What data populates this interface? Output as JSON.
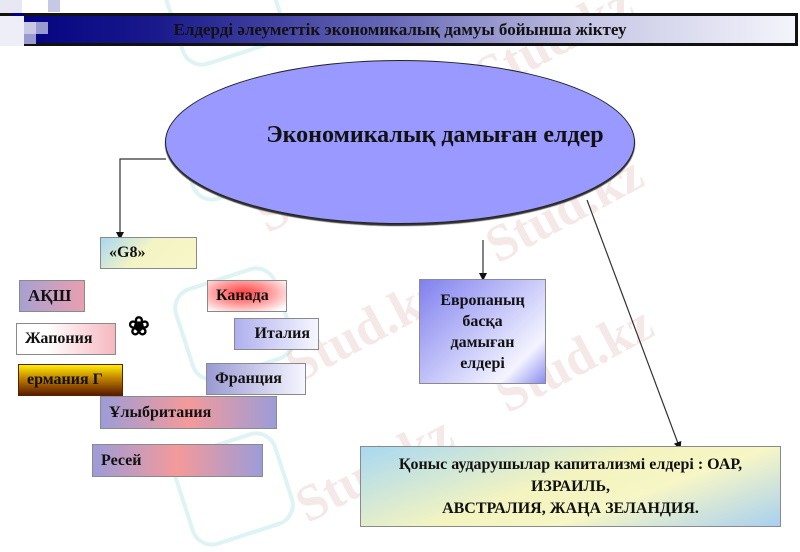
{
  "title": "Елдерді әлеуметтік экономикалық дамуы бойынша жіктеу",
  "central_node": "Экономикалық дамыған елдер",
  "g8": {
    "label": "«G8»",
    "members": [
      {
        "id": "usa",
        "label": "АҚШ"
      },
      {
        "id": "canada",
        "label": "Канада"
      },
      {
        "id": "japan",
        "label": "Жапония"
      },
      {
        "id": "italy",
        "label": "Италия"
      },
      {
        "id": "germany",
        "label": "ермания   Г"
      },
      {
        "id": "france",
        "label": "Франция"
      },
      {
        "id": "uk",
        "label": "Ұлыбритания"
      },
      {
        "id": "russia",
        "label": "Ресей"
      }
    ]
  },
  "europe_node": {
    "lines": [
      "Европаның",
      "басқа",
      "дамыған",
      "елдері"
    ]
  },
  "settler_node": {
    "lines": [
      "Қоныс аударушылар капитализмі елдері : ОАР,",
      "ИЗРАИЛЬ,",
      "АВСТРАЛИЯ, ЖАҢА ЗЕЛАНДИЯ."
    ]
  },
  "watermark": "Stud.kz",
  "colors": {
    "ellipse_fill": "#9999ff",
    "title_gradient_start": "#000080",
    "title_gradient_end": "#f4f4fb"
  }
}
